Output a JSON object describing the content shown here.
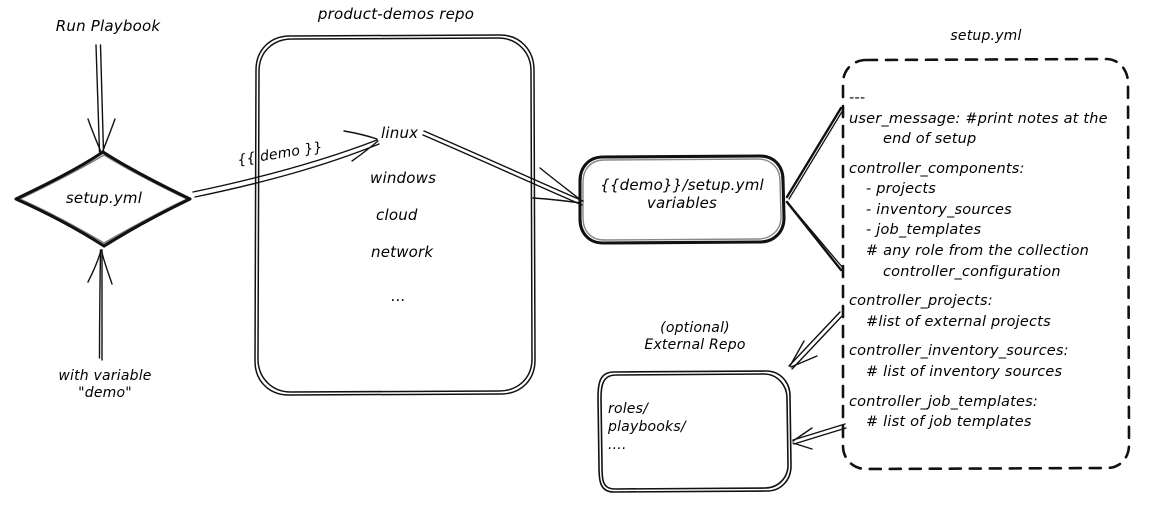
{
  "diagram": {
    "title_hidden": "",
    "style": {
      "stroke": "#111111",
      "background": "#ffffff"
    }
  },
  "nodes": {
    "run_playbook_label": "Run Playbook",
    "with_variable_label": "with variable\n\"demo\"",
    "setup_diamond": "setup.yml",
    "repo_title": "product-demos repo",
    "repo_items": [
      "linux",
      "windows",
      "cloud",
      "network",
      "..."
    ],
    "edge_demo_label": "{{ demo }}",
    "vars_box": "{{demo}}/setup.yml\nvariables",
    "external_repo_title": "(optional)\nExternal Repo",
    "external_repo_items": [
      "roles/",
      "playbooks/",
      "...."
    ],
    "setup_yml_title": "setup.yml"
  },
  "setup_yml": {
    "title": "setup.yml",
    "lines": [
      {
        "text": "---",
        "indent": 0
      },
      {
        "text": "user_message: #print notes at the",
        "indent": 0
      },
      {
        "text": "end of setup",
        "indent": 2
      },
      {
        "text": "",
        "indent": 0
      },
      {
        "text": "controller_components:",
        "indent": 0
      },
      {
        "text": "- projects",
        "indent": 1
      },
      {
        "text": "- inventory_sources",
        "indent": 1
      },
      {
        "text": "- job_templates",
        "indent": 1
      },
      {
        "text": "# any role from the collection",
        "indent": 1
      },
      {
        "text": "controller_configuration",
        "indent": 2
      },
      {
        "text": "",
        "indent": 0
      },
      {
        "text": "controller_projects:",
        "indent": 0
      },
      {
        "text": "#list of external projects",
        "indent": 1
      },
      {
        "text": "",
        "indent": 0
      },
      {
        "text": "controller_inventory_sources:",
        "indent": 0
      },
      {
        "text": "# list of inventory sources",
        "indent": 1
      },
      {
        "text": "",
        "indent": 0
      },
      {
        "text": "controller_job_templates:",
        "indent": 0
      },
      {
        "text": "# list of job templates",
        "indent": 1
      }
    ]
  }
}
